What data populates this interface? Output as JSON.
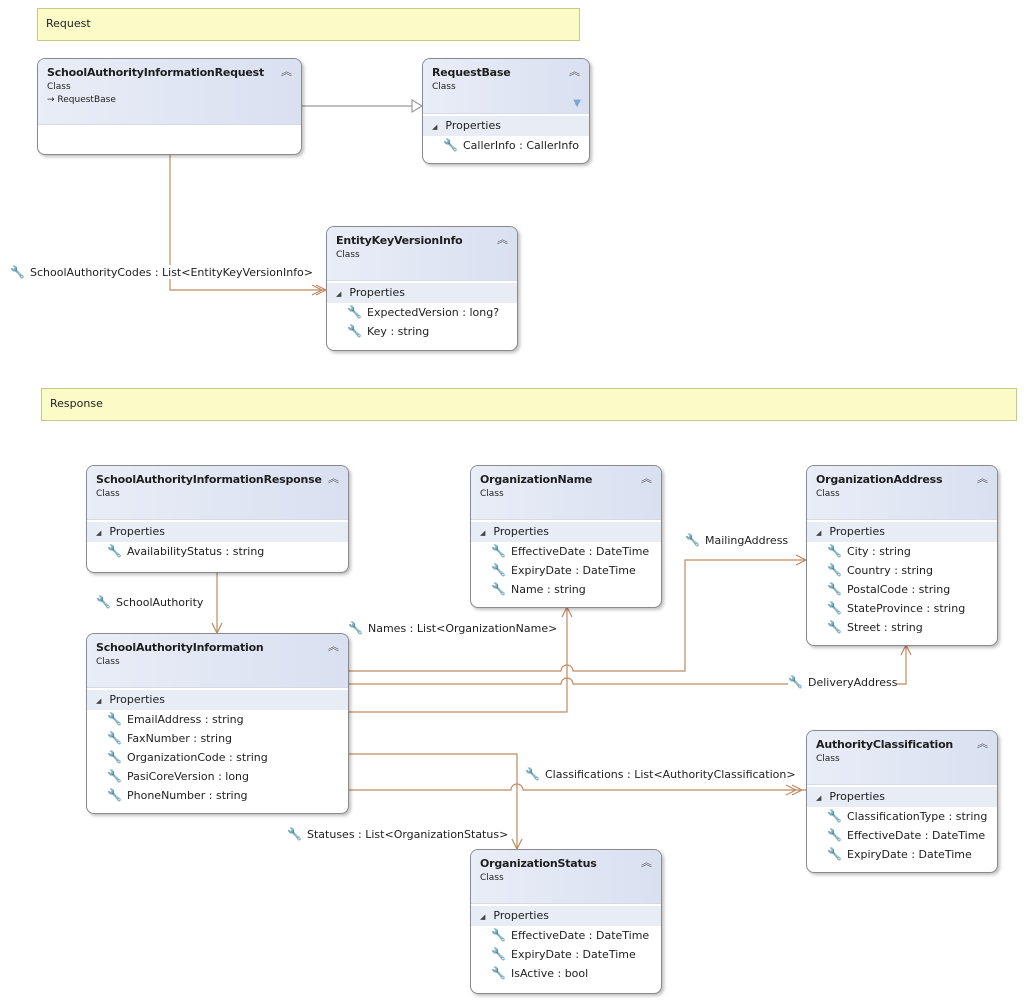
{
  "notes": [
    {
      "text": "Request"
    },
    {
      "text": "Response"
    }
  ],
  "icons": {
    "property": "wrench-icon",
    "collapse": "double-chevron-up-icon",
    "filter": "filter-icon",
    "inherits": "arrow-right-icon"
  },
  "colors": {
    "association": "#c08a62",
    "generalization": "#9a9a9a",
    "note_bg": "#fbfbc8"
  },
  "section_label": "Properties",
  "classes": [
    {
      "name": "SchoolAuthorityInformationRequest",
      "kind": "Class",
      "base": "RequestBase",
      "properties": []
    },
    {
      "name": "RequestBase",
      "kind": "Class",
      "properties": [
        "CallerInfo : CallerInfo"
      ]
    },
    {
      "name": "EntityKeyVersionInfo",
      "kind": "Class",
      "properties": [
        "ExpectedVersion : long?",
        "Key : string"
      ]
    },
    {
      "name": "SchoolAuthorityInformationResponse",
      "kind": "Class",
      "properties": [
        "AvailabilityStatus : string"
      ]
    },
    {
      "name": "OrganizationName",
      "kind": "Class",
      "properties": [
        "EffectiveDate : DateTime",
        "ExpiryDate : DateTime",
        "Name : string"
      ]
    },
    {
      "name": "OrganizationAddress",
      "kind": "Class",
      "properties": [
        "City : string",
        "Country : string",
        "PostalCode : string",
        "StateProvince : string",
        "Street : string"
      ]
    },
    {
      "name": "SchoolAuthorityInformation",
      "kind": "Class",
      "properties": [
        "EmailAddress : string",
        "FaxNumber : string",
        "OrganizationCode : string",
        "PasiCoreVersion : long",
        "PhoneNumber : string"
      ]
    },
    {
      "name": "AuthorityClassification",
      "kind": "Class",
      "properties": [
        "ClassificationType : string",
        "EffectiveDate : DateTime",
        "ExpiryDate : DateTime"
      ]
    },
    {
      "name": "OrganizationStatus",
      "kind": "Class",
      "properties": [
        "EffectiveDate : DateTime",
        "ExpiryDate : DateTime",
        "IsActive : bool"
      ]
    }
  ],
  "associations": [
    {
      "label": "SchoolAuthorityCodes : List<EntityKeyVersionInfo>"
    },
    {
      "label": "SchoolAuthority"
    },
    {
      "label": "MailingAddress"
    },
    {
      "label": "DeliveryAddress"
    },
    {
      "label": "Names : List<OrganizationName>"
    },
    {
      "label": "Classifications : List<AuthorityClassification>"
    },
    {
      "label": "Statuses : List<OrganizationStatus>"
    }
  ]
}
